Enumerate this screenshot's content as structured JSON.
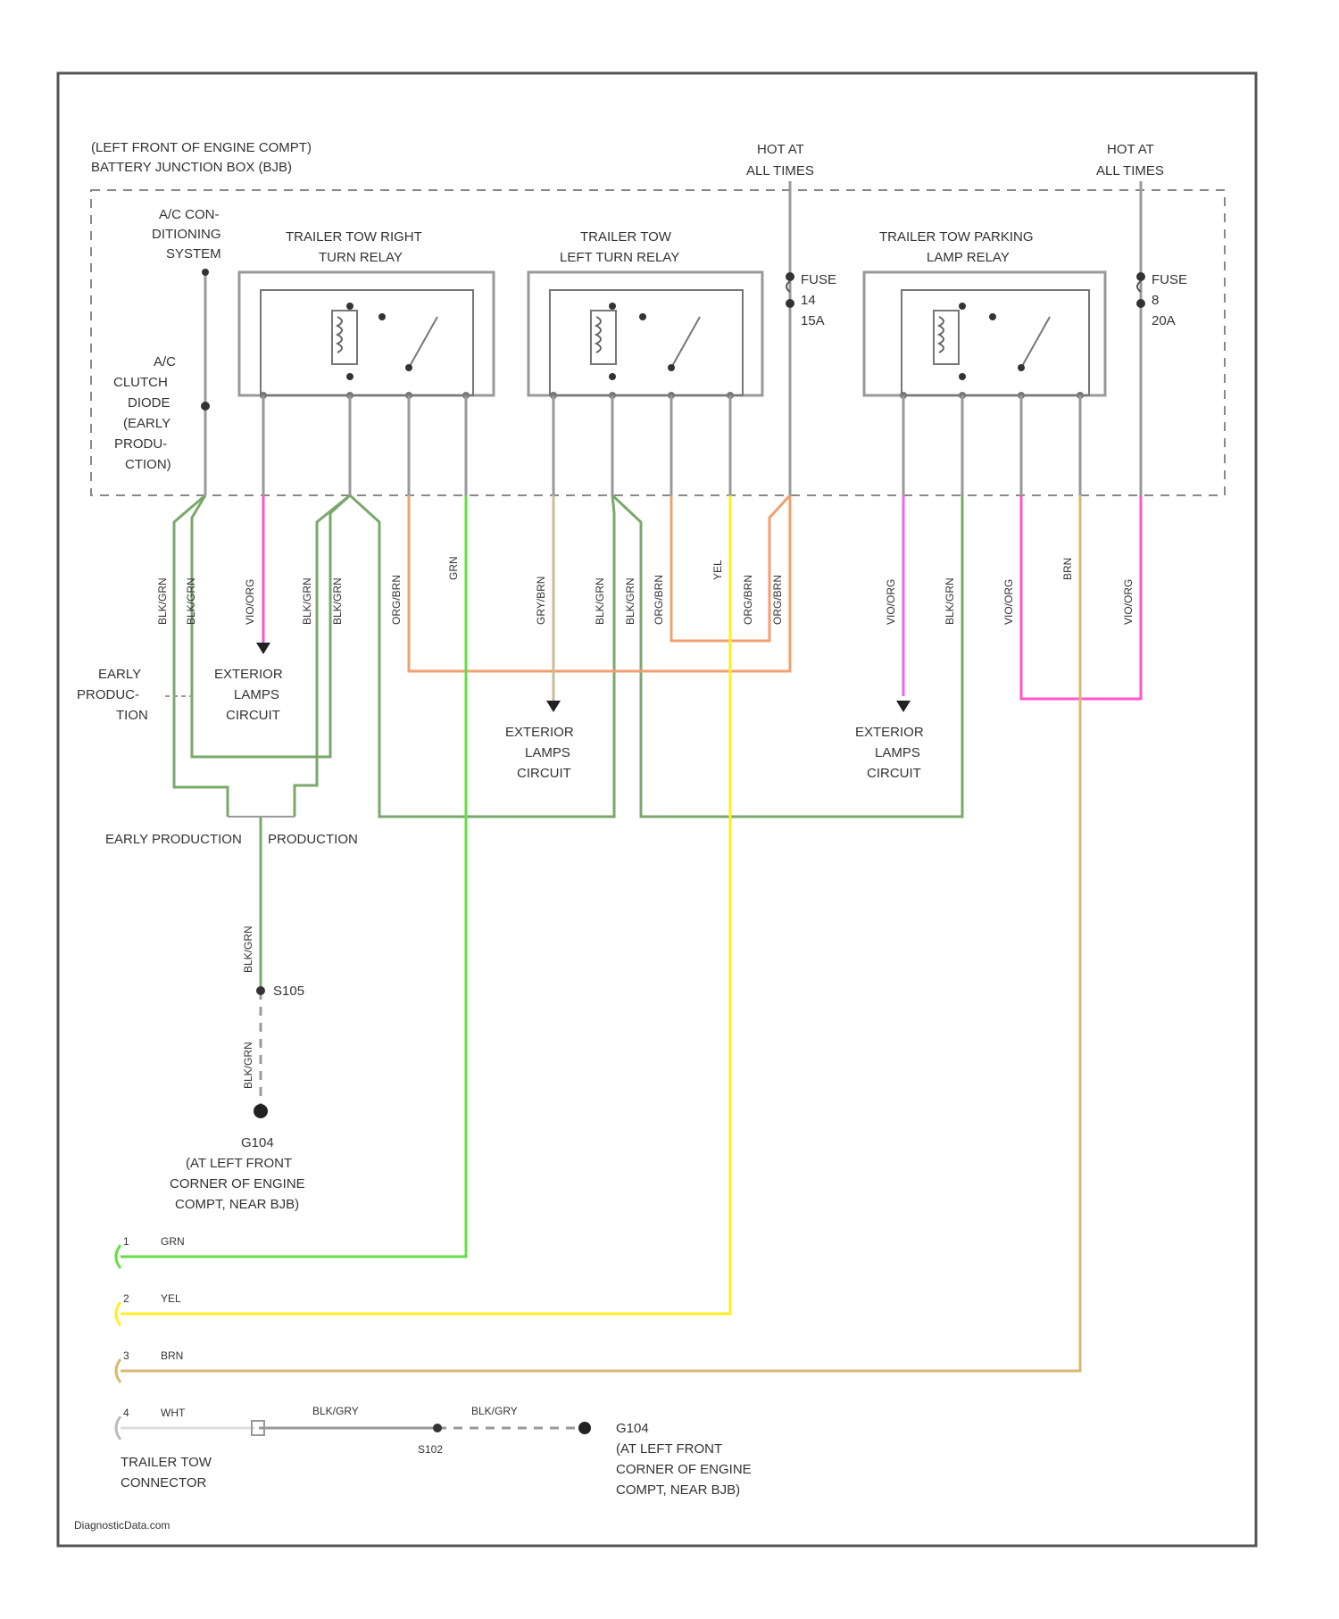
{
  "junction_box": {
    "label_line1": "(LEFT FRONT OF ENGINE COMPT)",
    "label_line2": "BATTERY JUNCTION BOX (BJB)"
  },
  "hot_at_all_times_1": [
    "HOT AT",
    "ALL TIMES"
  ],
  "hot_at_all_times_2": [
    "HOT AT",
    "ALL TIMES"
  ],
  "ac_system": [
    "A/C CON-",
    "DITIONING",
    "SYSTEM"
  ],
  "clutch_diode": [
    "A/C",
    "CLUTCH",
    "DIODE",
    "(EARLY",
    "PRODU-",
    "CTION)"
  ],
  "relays": [
    {
      "name": [
        "TRAILER TOW RIGHT",
        "TURN RELAY"
      ]
    },
    {
      "name": [
        "TRAILER TOW",
        "LEFT TURN RELAY"
      ]
    },
    {
      "name": [
        "TRAILER TOW PARKING",
        "LAMP RELAY"
      ]
    }
  ],
  "fuse_1": [
    "FUSE",
    "14",
    "15A"
  ],
  "fuse_2": [
    "FUSE",
    "8",
    "20A"
  ],
  "wire_colors": {
    "w1": "BLK/GRN",
    "w2": "BLK/GRN",
    "w3": "VIO/ORG",
    "w4": "BLK/GRN",
    "w5": "BLK/GRN",
    "w6": "ORG/BRN",
    "w7": "GRN",
    "w8": "GRY/BRN",
    "w9": "BLK/GRN",
    "w10": "BLK/GRN",
    "w11": "ORG/BRN",
    "w12": "YEL",
    "w13": "ORG/BRN",
    "w14": "ORG/BRN",
    "w15": "VIO/ORG",
    "w16": "BLK/GRN",
    "w17": "VIO/ORG",
    "w18": "BRN",
    "w19": "VIO/ORG"
  },
  "ext_lamps_1": [
    "EXTERIOR",
    "LAMPS",
    "CIRCUIT"
  ],
  "ext_lamps_2": [
    "EXTERIOR",
    "LAMPS",
    "CIRCUIT"
  ],
  "ext_lamps_3": [
    "EXTERIOR",
    "LAMPS",
    "CIRCUIT"
  ],
  "early_production": [
    "EARLY",
    "PRODUC-",
    "TION"
  ],
  "production_split": {
    "left": "EARLY PRODUCTION",
    "right": "PRODUCTION"
  },
  "splice": {
    "wire_top": "BLK/GRN",
    "wire_bottom": "BLK/GRN",
    "label": "S105"
  },
  "ground_1": [
    "G104",
    "(AT LEFT FRONT",
    "CORNER OF ENGINE",
    "COMPT, NEAR BJB)"
  ],
  "connector_pins": [
    {
      "num": "1",
      "color_label": "GRN",
      "color": "#66dd44"
    },
    {
      "num": "2",
      "color_label": "YEL",
      "color": "#ffee22"
    },
    {
      "num": "3",
      "color_label": "BRN",
      "color": "#d8b870"
    },
    {
      "num": "4",
      "color_label": "WHT",
      "color": "#dddddd"
    }
  ],
  "pin4_wires": {
    "wire_a": "BLK/GRY",
    "wire_b": "BLK/GRY",
    "splice": "S102"
  },
  "ground_2": [
    "G104",
    "(AT LEFT FRONT",
    "CORNER OF ENGINE",
    "COMPT, NEAR BJB)"
  ],
  "connector_label": [
    "TRAILER TOW",
    "CONNECTOR"
  ],
  "watermark": "DiagnosticData.com",
  "colors": {
    "green_dark": "#7aa86a",
    "green_bright": "#66dd44",
    "yellow": "#ffee22",
    "orange": "#f0a070",
    "pink": "#ff55cc",
    "magenta": "#ee66ee",
    "tan": "#d8b870",
    "gray": "#999999"
  }
}
